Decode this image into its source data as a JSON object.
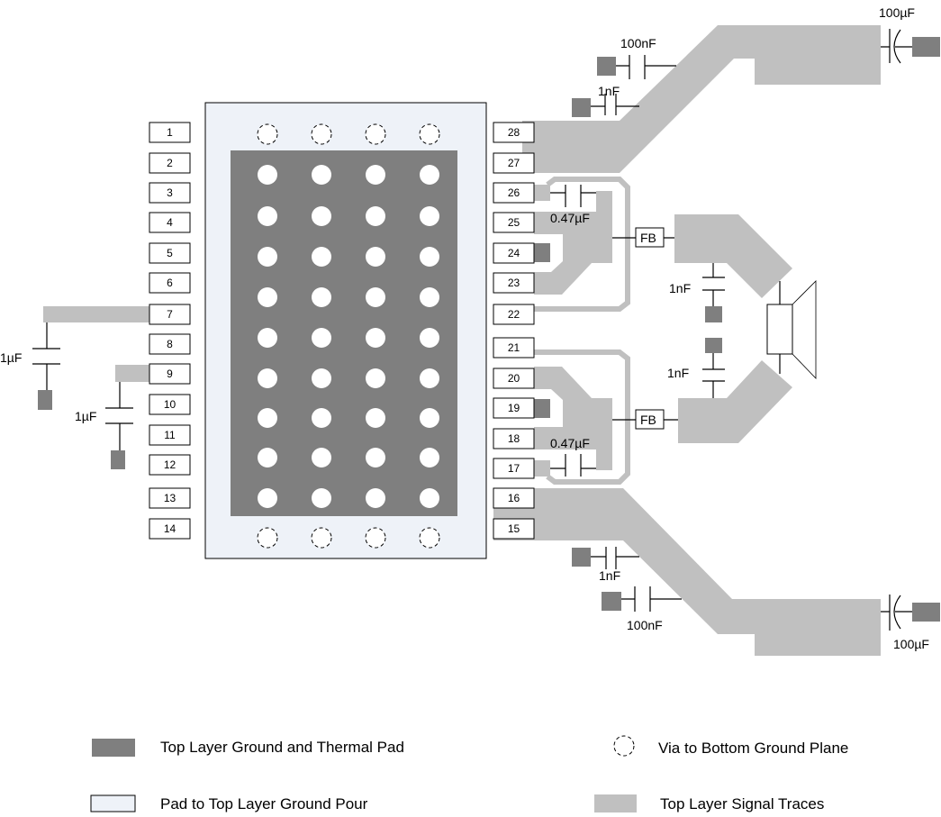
{
  "colors": {
    "ground": "#7f7f7f",
    "pour_pad": "#eef2f8",
    "signal": "#c0c0c0",
    "via": "#ffffff"
  },
  "pins_left": [
    "1",
    "2",
    "3",
    "4",
    "5",
    "6",
    "7",
    "8",
    "9",
    "10",
    "11",
    "12",
    "13",
    "14"
  ],
  "pins_right": [
    "28",
    "27",
    "26",
    "25",
    "24",
    "23",
    "22",
    "21",
    "20",
    "19",
    "18",
    "17",
    "16",
    "15"
  ],
  "labels": {
    "top_100uF": "100µF",
    "top_100nF": "100nF",
    "top_1nF": "1nF",
    "upper_047uF": "0.47µF",
    "lower_047uF": "0.47µF",
    "upper_fb": "FB",
    "lower_fb": "FB",
    "spk_upper_1nF": "1nF",
    "spk_lower_1nF": "1nF",
    "bottom_1nF": "1nF",
    "bottom_100nF": "100nF",
    "bottom_100uF": "100µF",
    "left_pin7_1uF": "1µF",
    "left_pin9_1uF": "1µF"
  },
  "legend": [
    {
      "label": "Top Layer Ground and Thermal Pad",
      "swatch": "ground"
    },
    {
      "label": "Pad to Top Layer Ground Pour",
      "swatch": "pour_pad"
    },
    {
      "label": "Via to Bottom Ground Plane",
      "swatch": "via"
    },
    {
      "label": "Top Layer Signal Traces",
      "swatch": "signal"
    }
  ]
}
